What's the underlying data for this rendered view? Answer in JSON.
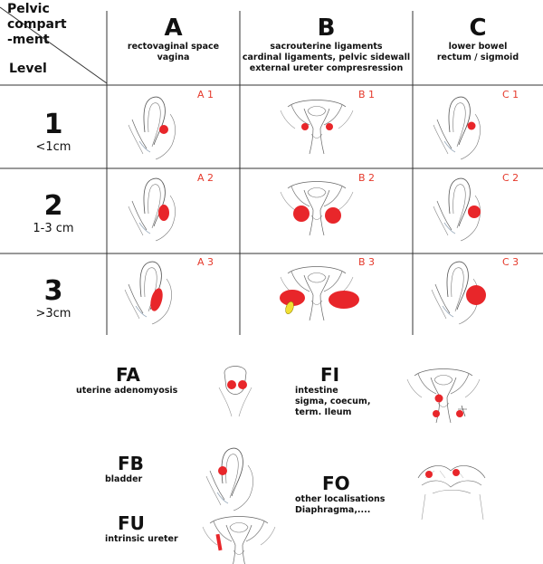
{
  "header": {
    "corner_top": "Pelvic\ncompart\n-ment",
    "corner_bottom": "Level",
    "columns": [
      {
        "letter": "A",
        "desc": [
          "rectovaginal space",
          "vagina"
        ]
      },
      {
        "letter": "B",
        "desc": [
          "sacrouterine ligaments",
          "cardinal ligaments, pelvic sidewall",
          "external ureter compresression"
        ]
      },
      {
        "letter": "C",
        "desc": [
          "lower bowel",
          "rectum / sigmoid"
        ]
      }
    ]
  },
  "rows": [
    {
      "num": "1",
      "range": "<1cm",
      "cells": [
        "A 1",
        "B 1",
        "C 1"
      ]
    },
    {
      "num": "2",
      "range": "1-3 cm",
      "cells": [
        "A 2",
        "B 2",
        "C 2"
      ]
    },
    {
      "num": "3",
      "range": ">3cm",
      "cells": [
        "A 3",
        "B 3",
        "C 3"
      ]
    }
  ],
  "extras": [
    {
      "code": "FA",
      "desc": [
        "uterine adenomyosis"
      ]
    },
    {
      "code": "FI",
      "desc": [
        "intestine",
        "sigma, coecum,",
        "term. Ileum"
      ]
    },
    {
      "code": "FB",
      "desc": [
        "bladder"
      ]
    },
    {
      "code": "FO",
      "desc": [
        "other localisations",
        "Diaphragma,...."
      ]
    },
    {
      "code": "FU",
      "desc": [
        "intrinsic ureter"
      ]
    }
  ],
  "colors": {
    "lesion": "#e8262a",
    "label": "#e5392b",
    "ureter": "#f1e033",
    "line": "#333333"
  }
}
